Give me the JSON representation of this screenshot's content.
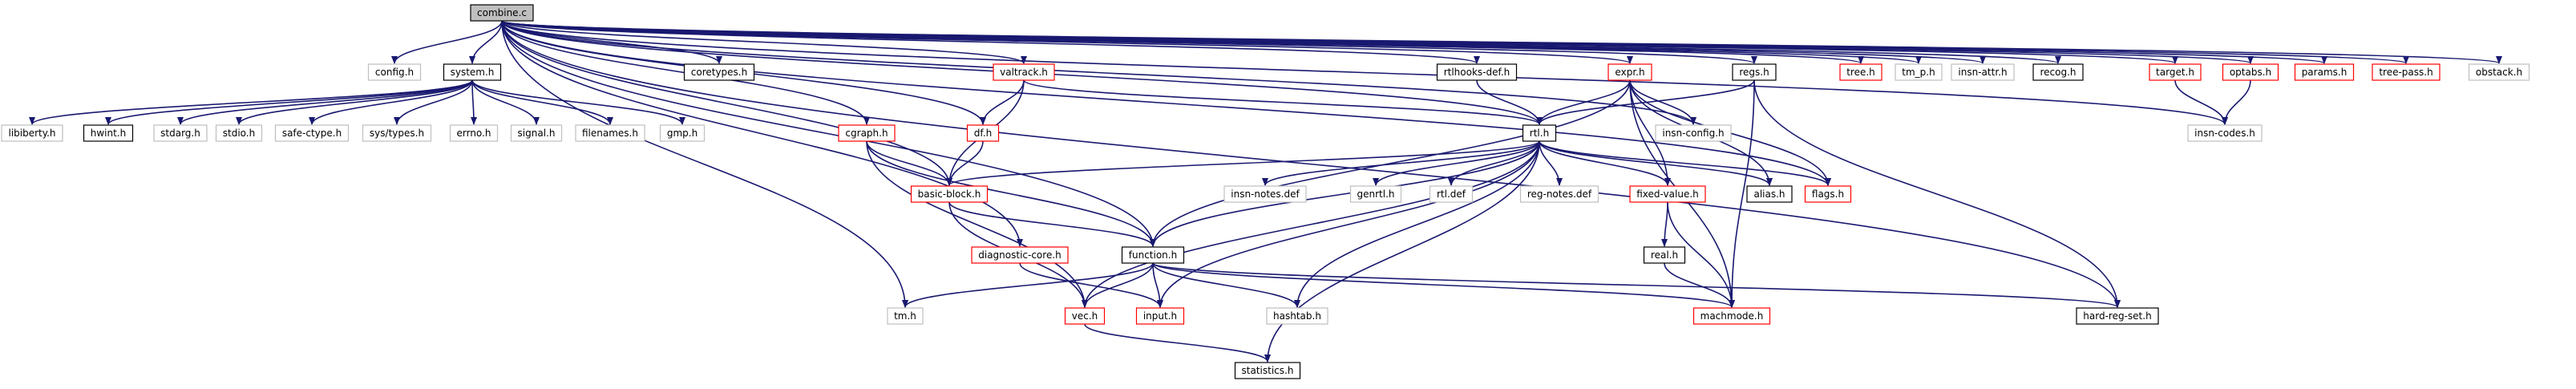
{
  "graph": {
    "root": "combine.c",
    "nodes": [
      {
        "id": "combine_c",
        "label": "combine.c",
        "style": "root"
      },
      {
        "id": "config_h",
        "label": "config.h",
        "style": "gray"
      },
      {
        "id": "system_h",
        "label": "system.h",
        "style": "black"
      },
      {
        "id": "coretypes_h",
        "label": "coretypes.h",
        "style": "black"
      },
      {
        "id": "cgraph_h",
        "label": "cgraph.h",
        "style": "red"
      },
      {
        "id": "df_h",
        "label": "df.h",
        "style": "red"
      },
      {
        "id": "valtrack_h",
        "label": "valtrack.h",
        "style": "red"
      },
      {
        "id": "rtlhooks_h",
        "label": "rtlhooks-def.h",
        "style": "black"
      },
      {
        "id": "expr_h",
        "label": "expr.h",
        "style": "red"
      },
      {
        "id": "regs_h",
        "label": "regs.h",
        "style": "black"
      },
      {
        "id": "tree_h",
        "label": "tree.h",
        "style": "red"
      },
      {
        "id": "tm_p_h",
        "label": "tm_p.h",
        "style": "gray"
      },
      {
        "id": "insn_attr_h",
        "label": "insn-attr.h",
        "style": "gray"
      },
      {
        "id": "recog_h",
        "label": "recog.h",
        "style": "black"
      },
      {
        "id": "target_h",
        "label": "target.h",
        "style": "red"
      },
      {
        "id": "optabs_h",
        "label": "optabs.h",
        "style": "red"
      },
      {
        "id": "params_h",
        "label": "params.h",
        "style": "red"
      },
      {
        "id": "tree_pass_h",
        "label": "tree-pass.h",
        "style": "red"
      },
      {
        "id": "obstack_h",
        "label": "obstack.h",
        "style": "gray"
      },
      {
        "id": "libiberty_h",
        "label": "libiberty.h",
        "style": "gray"
      },
      {
        "id": "hwint_h",
        "label": "hwint.h",
        "style": "black"
      },
      {
        "id": "stdarg_h",
        "label": "stdarg.h",
        "style": "gray"
      },
      {
        "id": "stdio_h",
        "label": "stdio.h",
        "style": "gray"
      },
      {
        "id": "safe_ctype_h",
        "label": "safe-ctype.h",
        "style": "gray"
      },
      {
        "id": "sys_types_h",
        "label": "sys/types.h",
        "style": "gray"
      },
      {
        "id": "errno_h",
        "label": "errno.h",
        "style": "gray"
      },
      {
        "id": "signal_h",
        "label": "signal.h",
        "style": "gray"
      },
      {
        "id": "filenames_h",
        "label": "filenames.h",
        "style": "gray"
      },
      {
        "id": "gmp_h",
        "label": "gmp.h",
        "style": "gray"
      },
      {
        "id": "rtl_h",
        "label": "rtl.h",
        "style": "black"
      },
      {
        "id": "insn_config_h",
        "label": "insn-config.h",
        "style": "gray"
      },
      {
        "id": "insn_codes_h",
        "label": "insn-codes.h",
        "style": "gray"
      },
      {
        "id": "basic_block_h",
        "label": "basic-block.h",
        "style": "red"
      },
      {
        "id": "insn_notes_def",
        "label": "insn-notes.def",
        "style": "gray"
      },
      {
        "id": "genrtl_h",
        "label": "genrtl.h",
        "style": "gray"
      },
      {
        "id": "rtl_def",
        "label": "rtl.def",
        "style": "gray"
      },
      {
        "id": "reg_notes_def",
        "label": "reg-notes.def",
        "style": "gray"
      },
      {
        "id": "fixed_value_h",
        "label": "fixed-value.h",
        "style": "red"
      },
      {
        "id": "alias_h",
        "label": "alias.h",
        "style": "black"
      },
      {
        "id": "flags_h",
        "label": "flags.h",
        "style": "red"
      },
      {
        "id": "diagnostic_core_h",
        "label": "diagnostic-core.h",
        "style": "red"
      },
      {
        "id": "function_h",
        "label": "function.h",
        "style": "black"
      },
      {
        "id": "real_h",
        "label": "real.h",
        "style": "black"
      },
      {
        "id": "tm_h",
        "label": "tm.h",
        "style": "gray"
      },
      {
        "id": "vec_h",
        "label": "vec.h",
        "style": "red"
      },
      {
        "id": "input_h",
        "label": "input.h",
        "style": "red"
      },
      {
        "id": "hashtab_h",
        "label": "hashtab.h",
        "style": "gray"
      },
      {
        "id": "machmode_h",
        "label": "machmode.h",
        "style": "red"
      },
      {
        "id": "hard_reg_set_h",
        "label": "hard-reg-set.h",
        "style": "black"
      },
      {
        "id": "statistics_h",
        "label": "statistics.h",
        "style": "black"
      }
    ],
    "edges": [
      [
        "combine_c",
        "config_h"
      ],
      [
        "combine_c",
        "system_h"
      ],
      [
        "combine_c",
        "coretypes_h"
      ],
      [
        "combine_c",
        "cgraph_h"
      ],
      [
        "combine_c",
        "df_h"
      ],
      [
        "combine_c",
        "valtrack_h"
      ],
      [
        "combine_c",
        "rtlhooks_h"
      ],
      [
        "combine_c",
        "expr_h"
      ],
      [
        "combine_c",
        "regs_h"
      ],
      [
        "combine_c",
        "tree_h"
      ],
      [
        "combine_c",
        "tm_p_h"
      ],
      [
        "combine_c",
        "insn_attr_h"
      ],
      [
        "combine_c",
        "recog_h"
      ],
      [
        "combine_c",
        "target_h"
      ],
      [
        "combine_c",
        "optabs_h"
      ],
      [
        "combine_c",
        "params_h"
      ],
      [
        "combine_c",
        "tree_pass_h"
      ],
      [
        "combine_c",
        "obstack_h"
      ],
      [
        "combine_c",
        "rtl_h"
      ],
      [
        "combine_c",
        "insn_config_h"
      ],
      [
        "combine_c",
        "insn_codes_h"
      ],
      [
        "combine_c",
        "basic_block_h"
      ],
      [
        "combine_c",
        "flags_h"
      ],
      [
        "combine_c",
        "function_h"
      ],
      [
        "combine_c",
        "diagnostic_core_h"
      ],
      [
        "combine_c",
        "tm_h"
      ],
      [
        "combine_c",
        "hard_reg_set_h"
      ],
      [
        "system_h",
        "libiberty_h"
      ],
      [
        "system_h",
        "hwint_h"
      ],
      [
        "system_h",
        "stdarg_h"
      ],
      [
        "system_h",
        "stdio_h"
      ],
      [
        "system_h",
        "safe_ctype_h"
      ],
      [
        "system_h",
        "sys_types_h"
      ],
      [
        "system_h",
        "errno_h"
      ],
      [
        "system_h",
        "signal_h"
      ],
      [
        "system_h",
        "filenames_h"
      ],
      [
        "system_h",
        "gmp_h"
      ],
      [
        "cgraph_h",
        "basic_block_h"
      ],
      [
        "cgraph_h",
        "function_h"
      ],
      [
        "cgraph_h",
        "vec_h"
      ],
      [
        "df_h",
        "basic_block_h"
      ],
      [
        "valtrack_h",
        "df_h"
      ],
      [
        "valtrack_h",
        "basic_block_h"
      ],
      [
        "valtrack_h",
        "rtl_h"
      ],
      [
        "rtlhooks_h",
        "rtl_h"
      ],
      [
        "expr_h",
        "rtl_h"
      ],
      [
        "expr_h",
        "insn_config_h"
      ],
      [
        "expr_h",
        "function_h"
      ],
      [
        "expr_h",
        "fixed_value_h"
      ],
      [
        "expr_h",
        "alias_h"
      ],
      [
        "expr_h",
        "flags_h"
      ],
      [
        "expr_h",
        "machmode_h"
      ],
      [
        "regs_h",
        "rtl_h"
      ],
      [
        "regs_h",
        "machmode_h"
      ],
      [
        "regs_h",
        "hard_reg_set_h"
      ],
      [
        "target_h",
        "insn_codes_h"
      ],
      [
        "optabs_h",
        "insn_codes_h"
      ],
      [
        "rtl_h",
        "flags_h"
      ],
      [
        "rtl_h",
        "basic_block_h"
      ],
      [
        "rtl_h",
        "insn_notes_def"
      ],
      [
        "rtl_h",
        "genrtl_h"
      ],
      [
        "rtl_h",
        "rtl_def"
      ],
      [
        "rtl_h",
        "reg_notes_def"
      ],
      [
        "rtl_h",
        "fixed_value_h"
      ],
      [
        "rtl_h",
        "alias_h"
      ],
      [
        "rtl_h",
        "hashtab_h"
      ],
      [
        "rtl_h",
        "input_h"
      ],
      [
        "rtl_h",
        "statistics_h"
      ],
      [
        "rtl_h",
        "vec_h"
      ],
      [
        "rtl_h",
        "function_h"
      ],
      [
        "basic_block_h",
        "function_h"
      ],
      [
        "basic_block_h",
        "vec_h"
      ],
      [
        "diagnostic_core_h",
        "input_h"
      ],
      [
        "function_h",
        "tm_h"
      ],
      [
        "function_h",
        "vec_h"
      ],
      [
        "function_h",
        "input_h"
      ],
      [
        "function_h",
        "hashtab_h"
      ],
      [
        "function_h",
        "machmode_h"
      ],
      [
        "function_h",
        "hard_reg_set_h"
      ],
      [
        "fixed_value_h",
        "real_h"
      ],
      [
        "fixed_value_h",
        "machmode_h"
      ],
      [
        "real_h",
        "machmode_h"
      ],
      [
        "vec_h",
        "statistics_h"
      ]
    ]
  }
}
